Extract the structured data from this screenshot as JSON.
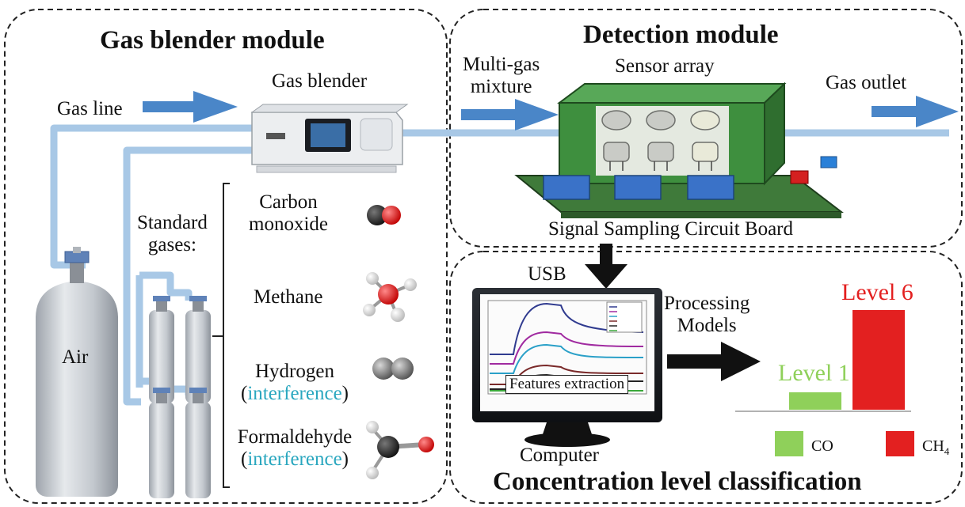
{
  "modules": {
    "gas_blender": {
      "title": "Gas blender module"
    },
    "detection": {
      "title": "Detection module"
    },
    "classification": {
      "title": "Concentration level classification"
    }
  },
  "labels": {
    "gas_line": "Gas line",
    "gas_blender": "Gas blender",
    "multi_gas_line1": "Multi-gas",
    "multi_gas_line2": "mixture",
    "sensor_array": "Sensor array",
    "gas_outlet": "Gas  outlet",
    "signal_board": "Signal  Sampling  Circuit Board",
    "usb": "USB",
    "processing_line1": "Processing",
    "processing_line2": "Models",
    "computer": "Computer",
    "features_extraction": "Features extraction",
    "air": "Air",
    "standard_gases_line1": "Standard",
    "standard_gases_line2": "gases:"
  },
  "gases": [
    {
      "name_line1": "Carbon",
      "name_line2": "monoxide",
      "interference": "",
      "icon": "co-molecule-icon"
    },
    {
      "name_line1": "Methane",
      "name_line2": "",
      "interference": "",
      "icon": "methane-molecule-icon"
    },
    {
      "name_line1": "Hydrogen",
      "name_line2": "",
      "interference": "interference",
      "icon": "hydrogen-molecule-icon"
    },
    {
      "name_line1": "Formaldehyde",
      "name_line2": "",
      "interference": "interference",
      "icon": "formaldehyde-molecule-icon"
    }
  ],
  "levels": {
    "co": {
      "label": "Level 1",
      "color": "#8fd05a"
    },
    "ch4": {
      "label": "Level 6",
      "color": "#e32020"
    }
  },
  "legend": {
    "co": "CO",
    "ch4_base": "CH",
    "ch4_sub": "4"
  },
  "colors": {
    "pipe": "#a8c8e6",
    "arrow": "#4a86c8",
    "board": "#3f7a3a",
    "box": "#3e8f3e",
    "chip": "#3a72c8",
    "cylinder": "#c8ccd2"
  }
}
